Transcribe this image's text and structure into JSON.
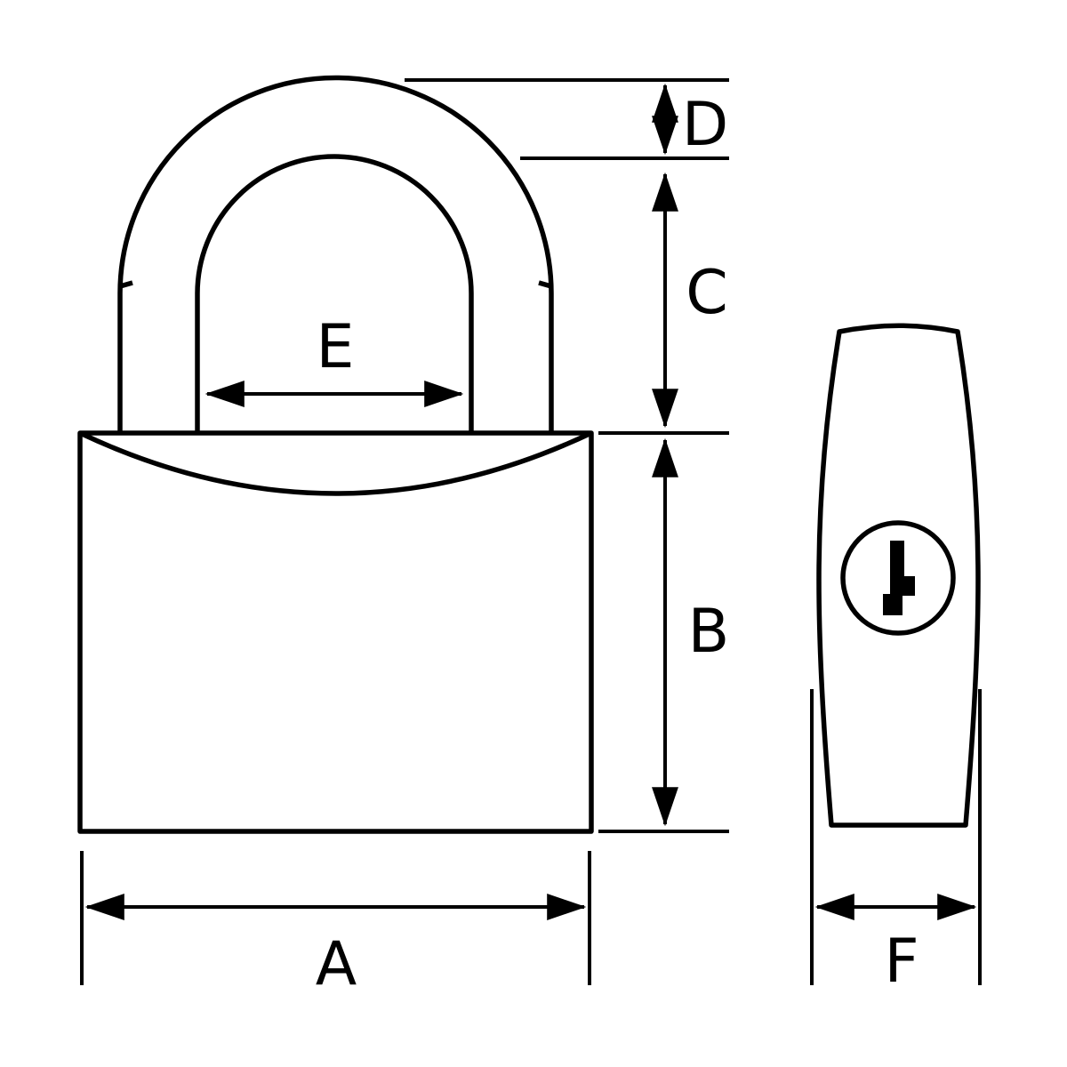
{
  "diagram": {
    "labels": {
      "a": "A",
      "b": "B",
      "c": "C",
      "d": "D",
      "e": "E",
      "f": "F"
    },
    "colors": {
      "line": "#000000",
      "background": "#ffffff"
    }
  }
}
